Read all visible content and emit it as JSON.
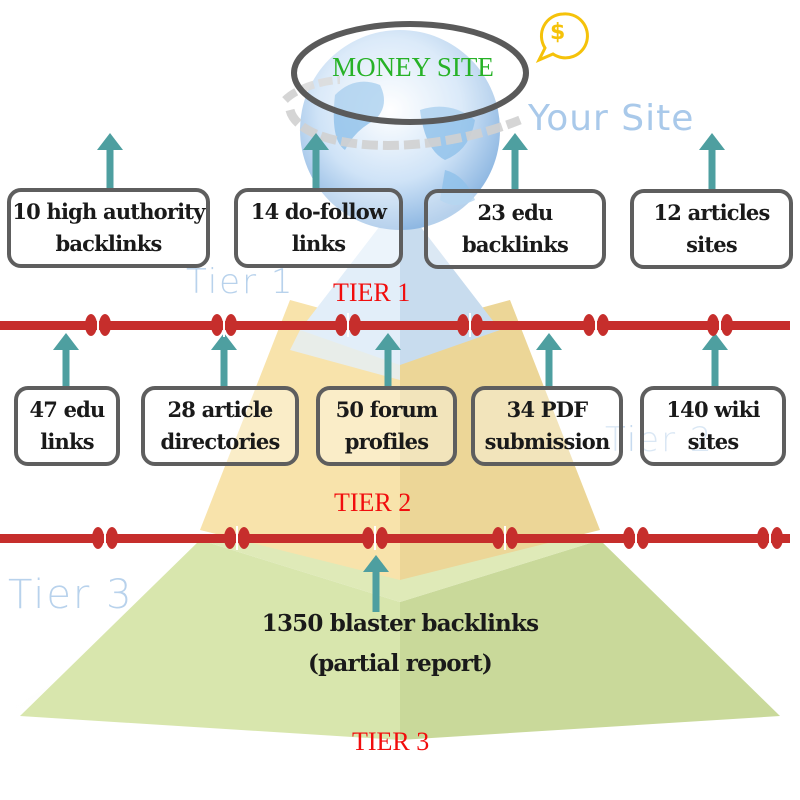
{
  "title_node": {
    "label": "MONEY SITE",
    "caption": "Your Site",
    "badge_icon": "dollar-speech-bubble-icon",
    "globe_icon": "chained-globe-icon"
  },
  "colors": {
    "arrow": "#4e9fa0",
    "chain": "#c62e2c",
    "tier_label": "#f10d0d",
    "money_label": "#27b227",
    "box_border": "#5e5e5e",
    "tier1_fill": "#d6e8f8",
    "tier2_fill": "#f6dfa2",
    "tier3_fill": "#d5e3a8",
    "dollar": "#f5c20a"
  },
  "tier1": {
    "label": "TIER 1",
    "ghost_label": "Tier 1",
    "boxes": [
      {
        "lines": [
          "10 high authority",
          "backlinks"
        ]
      },
      {
        "lines": [
          "14 do-follow",
          "links"
        ]
      },
      {
        "lines": [
          "23 edu",
          "backlinks"
        ]
      },
      {
        "lines": [
          "12 articles",
          "sites"
        ]
      }
    ]
  },
  "tier2": {
    "label": "TIER 2",
    "ghost_label": "Tier 2",
    "boxes": [
      {
        "lines": [
          "47 edu",
          "links"
        ]
      },
      {
        "lines": [
          "28  article",
          "directories"
        ]
      },
      {
        "lines": [
          "50 forum",
          "profiles"
        ]
      },
      {
        "lines": [
          "34 PDF",
          "submission"
        ]
      },
      {
        "lines": [
          "140 wiki",
          "sites"
        ]
      }
    ]
  },
  "tier3": {
    "label": "TIER 3",
    "ghost_label": "Tier 3",
    "text_lines": [
      "1350 blaster backlinks",
      "(partial report)"
    ]
  }
}
